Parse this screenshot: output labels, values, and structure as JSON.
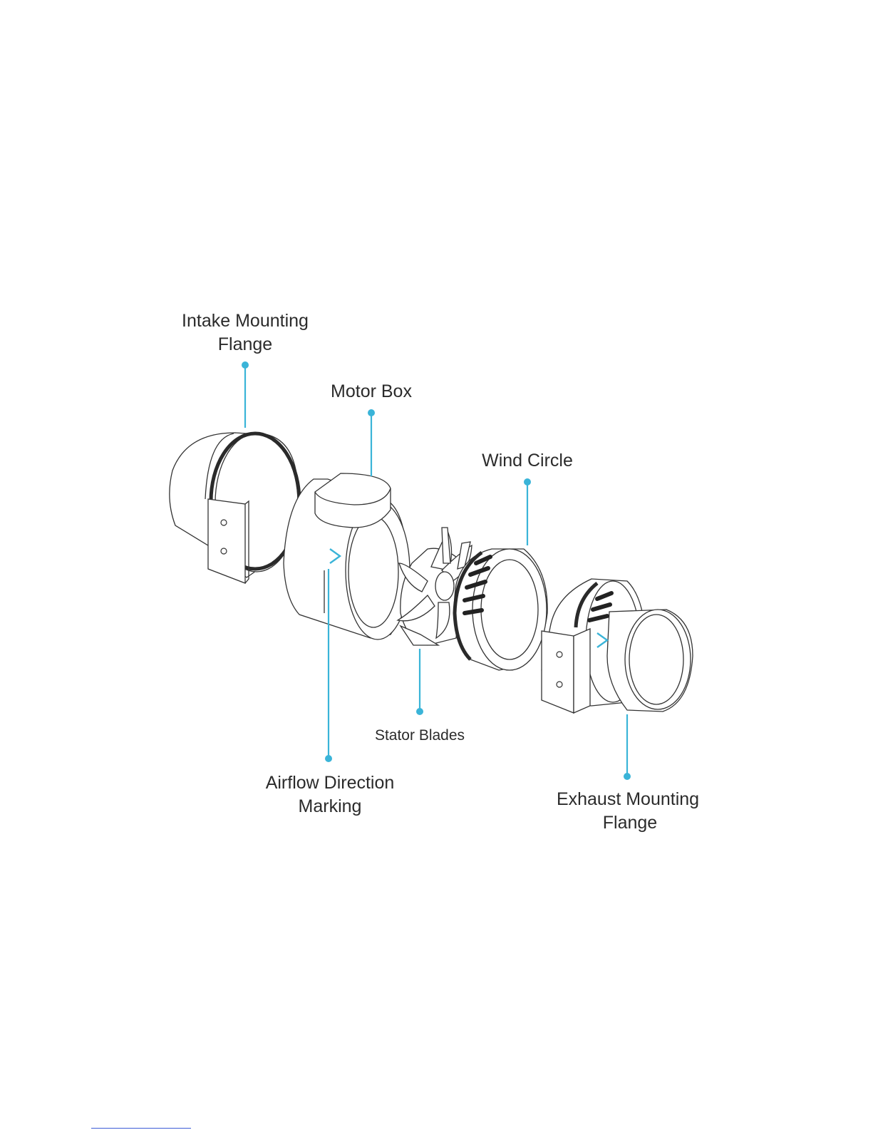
{
  "labels": {
    "intake_line1": "Intake Mounting",
    "intake_line2": "Flange",
    "motor_box": "Motor Box",
    "wind_circle": "Wind Circle",
    "stator_blades": "Stator Blades",
    "airflow_line1": "Airflow Direction",
    "airflow_line2": "Marking",
    "exhaust_line1": "Exhaust Mounting",
    "exhaust_line2": "Flange"
  },
  "colors": {
    "leader": "#3ab4d8",
    "outline": "#333333",
    "text": "#2b2b2b"
  }
}
